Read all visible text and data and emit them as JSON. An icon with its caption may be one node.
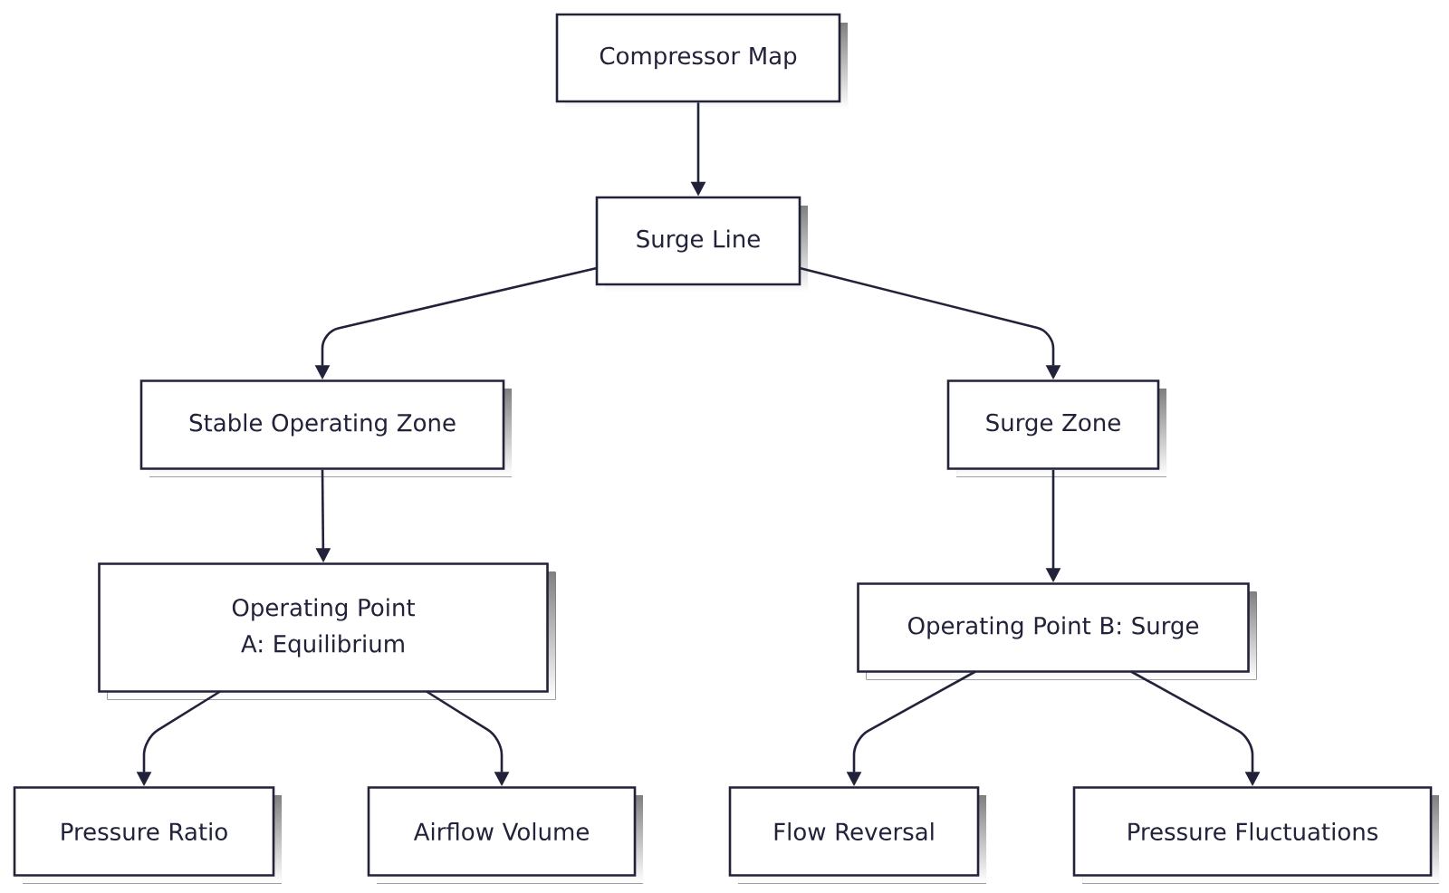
{
  "diagram": {
    "nodes": [
      {
        "text": [
          "Compressor Map"
        ]
      },
      {
        "text": [
          "Surge Line"
        ]
      },
      {
        "text": [
          "Stable Operating Zone"
        ]
      },
      {
        "text": [
          "Surge Zone"
        ]
      },
      {
        "text": [
          "Operating Point A: Equilibrium"
        ]
      },
      {
        "text": [
          "Operating Point B: Surge"
        ]
      },
      {
        "text": [
          "Pressure Ratio"
        ]
      },
      {
        "text": [
          "Airflow Volume"
        ]
      },
      {
        "text": [
          "Flow Reversal"
        ]
      },
      {
        "text": [
          "Pressure Fluctuations"
        ]
      }
    ],
    "edges": [
      {
        "from": 0,
        "to": 1,
        "arrow": "to"
      },
      {
        "from": 1,
        "to": 2,
        "arrow": "to"
      },
      {
        "from": 1,
        "to": 3,
        "arrow": "to"
      },
      {
        "from": 2,
        "to": 4,
        "arrow": "to"
      },
      {
        "from": 3,
        "to": 5,
        "arrow": "to"
      },
      {
        "from": 4,
        "to": 6,
        "arrow": "to"
      },
      {
        "from": 4,
        "to": 7,
        "arrow": "to"
      },
      {
        "from": 5,
        "to": 8,
        "arrow": "to"
      },
      {
        "from": 5,
        "to": 9,
        "arrow": "to"
      }
    ]
  }
}
